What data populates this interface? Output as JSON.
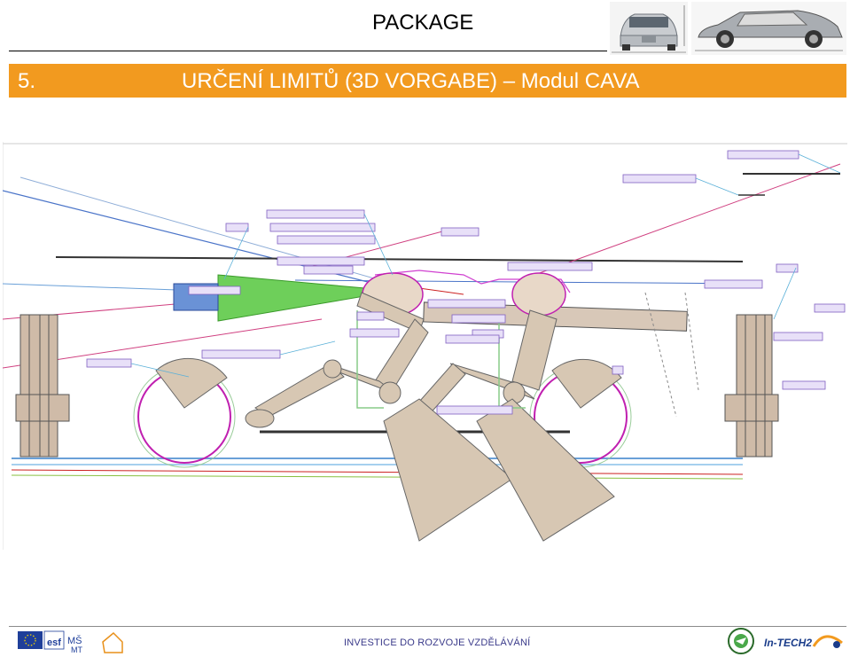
{
  "header": {
    "title": "PACKAGE",
    "section_number": "5.",
    "section_title": "URČENÍ LIMITŮ (3D VORGABE) – Modul CAVA",
    "banner_color": "#f29a1f"
  },
  "drawing": {
    "description_icon": "vehicle-package-cad-drawing"
  },
  "footer": {
    "text": "INVESTICE DO ROZVOJE VZDĚLÁVÁNÍ",
    "left_logos": [
      "eu-flag-logo",
      "esf-logo",
      "msmt-logo",
      "house-logo"
    ],
    "right_logos": [
      "skoda-logo",
      "in-tech2-logo"
    ],
    "in_tech_label": "In-TECH2"
  }
}
